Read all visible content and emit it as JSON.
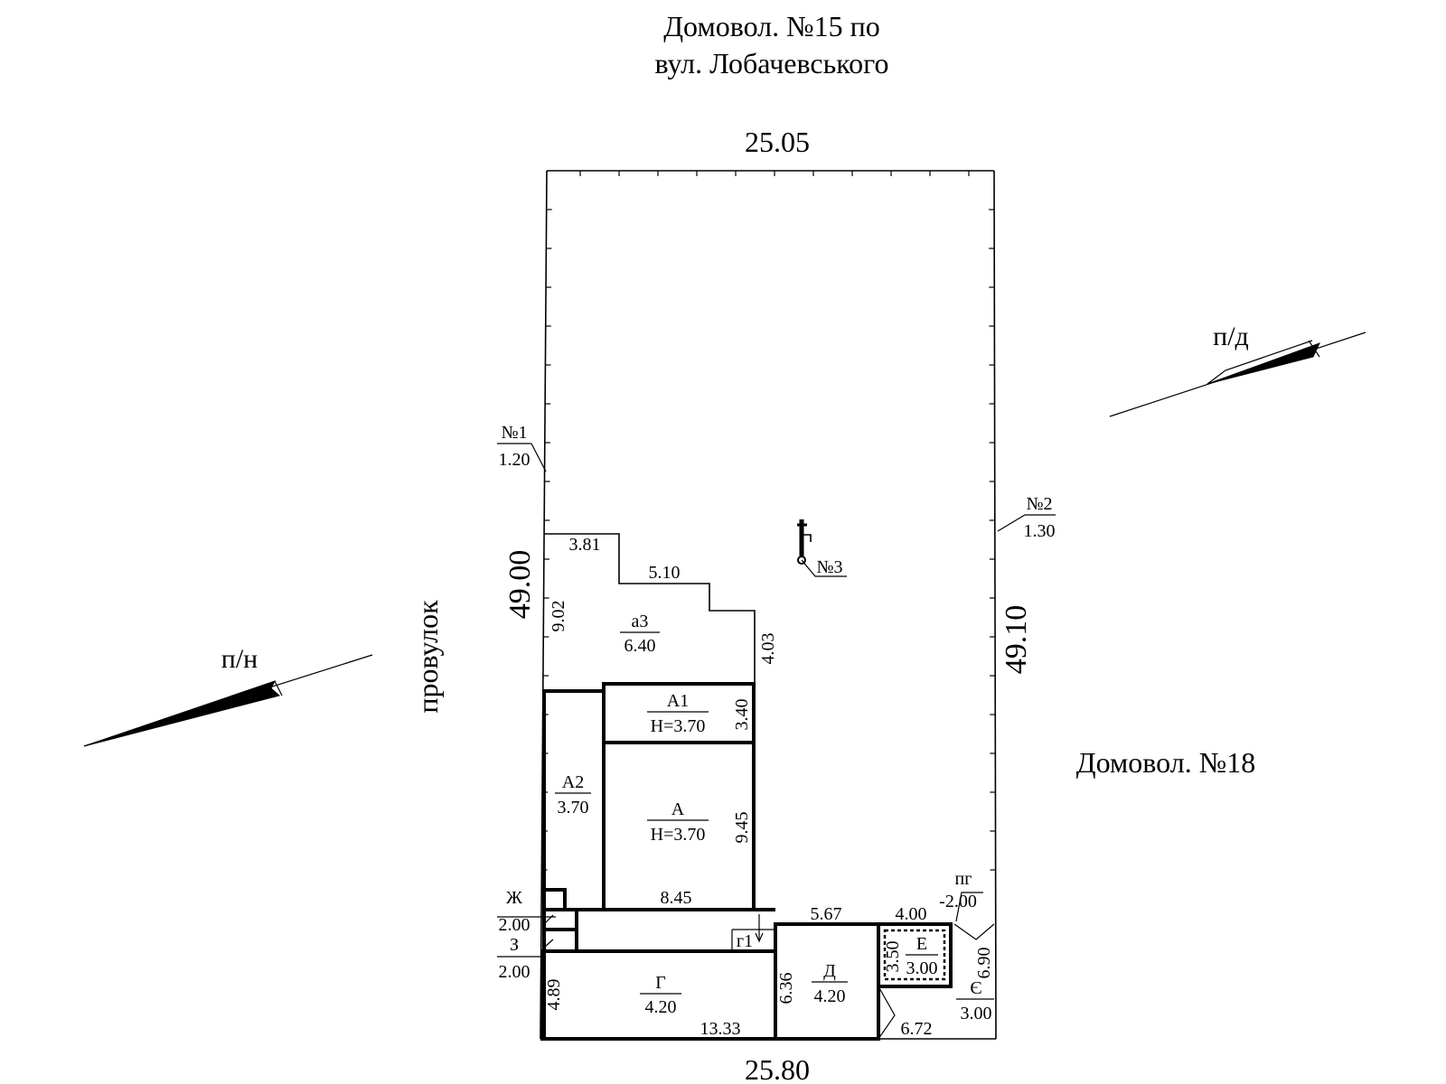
{
  "top_label": {
    "line1": "Домовол. №15 по",
    "line2": "вул. Лобачевського"
  },
  "right_label": "Домовол. №18",
  "street_label": "провулок",
  "arrows": {
    "pn": "п/н",
    "pd": "п/д"
  },
  "perimeter": {
    "top": "25.05",
    "bottom": "25.80",
    "left": "49.00",
    "right": "49.10"
  },
  "markers": {
    "m1": {
      "num": "№1",
      "val": "1.20"
    },
    "m2": {
      "num": "№2",
      "val": "1.30"
    },
    "m3": {
      "num": "№3"
    },
    "pg": {
      "num": "пг",
      "val": "-2.00"
    }
  },
  "a3": {
    "dims": {
      "top": "3.81",
      "mid": "5.10",
      "left": "9.02",
      "right": "4.03"
    },
    "name": "а3",
    "height": "6.40"
  },
  "A1": {
    "name": "А1",
    "height": "Н=3.70",
    "dim": "3.40"
  },
  "A": {
    "name": "А",
    "height": "Н=3.70",
    "dim_side": "9.45",
    "dim_bottom": "8.45"
  },
  "A2": {
    "name": "А2",
    "height": "3.70"
  },
  "Zh": {
    "name": "Ж",
    "val": "2.00"
  },
  "Z": {
    "name": "З",
    "val": "2.00"
  },
  "g1": {
    "name": "г1"
  },
  "G": {
    "name": "Г",
    "height": "4.20",
    "dim_side": "4.89",
    "dim_bottom": "13.33"
  },
  "D": {
    "name": "Д",
    "height": "4.20",
    "dim_top": "5.67",
    "dim_side": "6.36"
  },
  "E": {
    "name": "Е",
    "height": "3.00",
    "dim_top": "4.00",
    "dim_side": "3.50"
  },
  "Ye": {
    "name": "Є",
    "height": "3.00",
    "dim_side": "6.90",
    "dim_bottom": "6.72"
  }
}
